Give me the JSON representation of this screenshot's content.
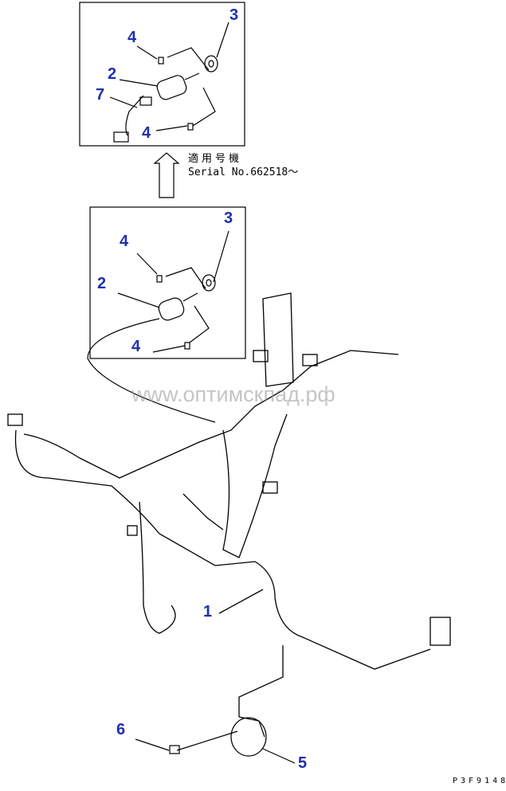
{
  "applicability": {
    "heading": "適用号機",
    "serial": "Serial No.662518～"
  },
  "top_box_callouts": [
    "3",
    "4",
    "2",
    "7",
    "4"
  ],
  "mid_box_callouts": [
    "3",
    "4",
    "2",
    "4"
  ],
  "main_callouts": [
    "1",
    "5",
    "6"
  ],
  "watermark": "www.оптимскпад.рф",
  "drawing_code": "P3F9148"
}
